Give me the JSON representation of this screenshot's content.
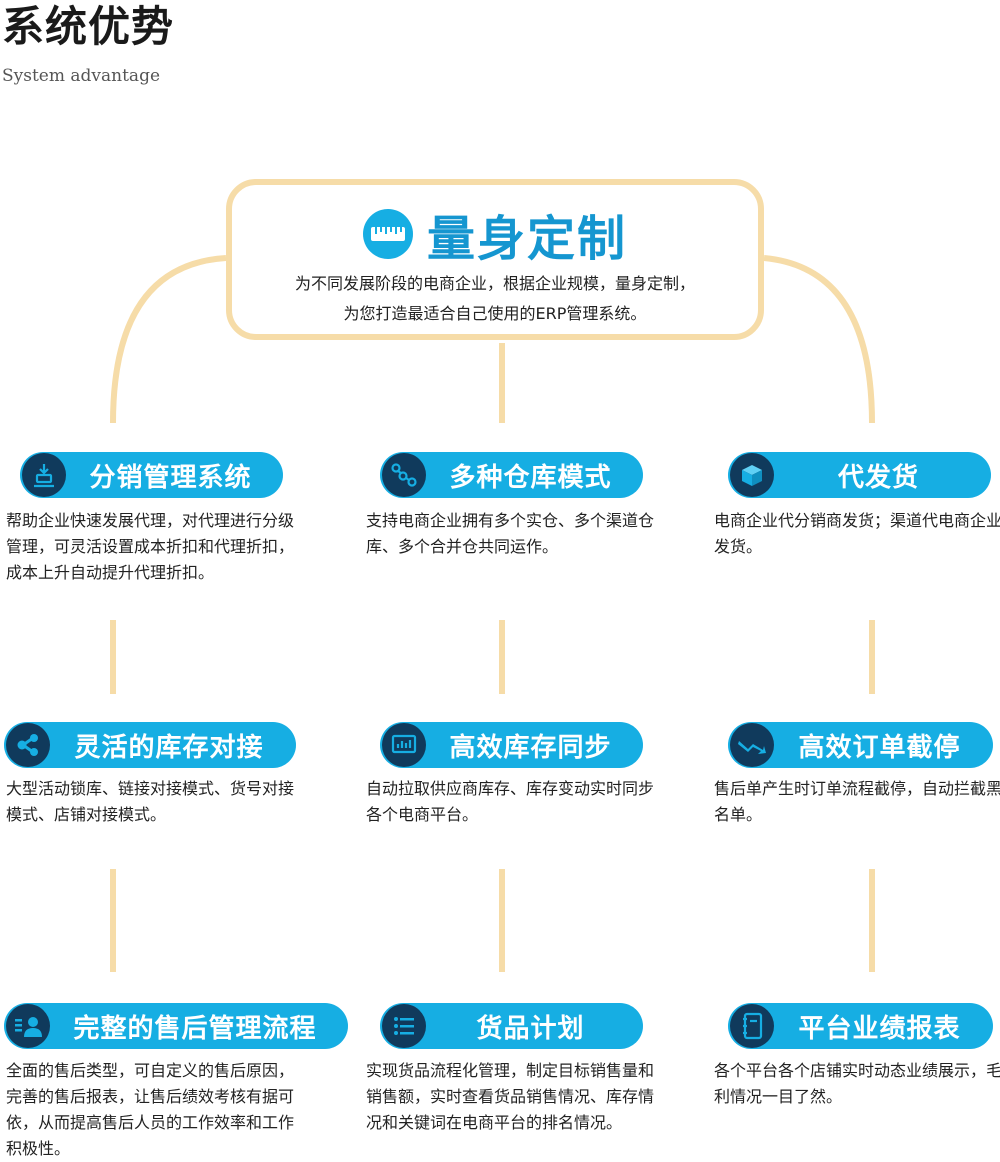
{
  "header": {
    "title": "系统优势",
    "subtitle": "System advantage"
  },
  "colors": {
    "accent": "#16aee3",
    "icon_circle": "#103a5c",
    "connector": "#f6dca8",
    "hero_title": "#1596d0"
  },
  "hero": {
    "icon": "ruler-icon",
    "title": "量身定制",
    "desc_line1": "为不同发展阶段的电商企业，根据企业规模，量身定制，",
    "desc_line2": "为您打造最适合自己使用的ERP管理系统。"
  },
  "features": [
    {
      "icon": "distribution-icon",
      "title": "分销管理系统",
      "desc": "帮助企业快速发展代理，对代理进行分级管理，可灵活设置成本折扣和代理折扣，成本上升自动提升代理折扣。"
    },
    {
      "icon": "network-nodes-icon",
      "title": "多种仓库模式",
      "desc": "支持电商企业拥有多个实仓、多个渠道仓库、多个合并仓共同运作。"
    },
    {
      "icon": "package-box-icon",
      "title": "代发货",
      "desc": "电商企业代分销商发货；渠道代电商企业发货。"
    },
    {
      "icon": "share-nodes-icon",
      "title": "灵活的库存对接",
      "desc": "大型活动锁库、链接对接模式、货号对接模式、店铺对接模式。"
    },
    {
      "icon": "monitor-chart-icon",
      "title": "高效库存同步",
      "desc": "自动拉取供应商库存、库存变动实时同步各个电商平台。"
    },
    {
      "icon": "zigzag-arrow-icon",
      "title": "高效订单截停",
      "desc": "售后单产生时订单流程截停，自动拦截黑名单。"
    },
    {
      "icon": "user-list-icon",
      "title": "完整的售后管理流程",
      "desc": "全面的售后类型，可自定义的售后原因，完善的售后报表，让售后绩效考核有据可依，从而提高售后人员的工作效率和工作积极性。"
    },
    {
      "icon": "list-lines-icon",
      "title": "货品计划",
      "desc": "实现货品流程化管理，制定目标销售量和销售额，实时查看货品销售情况、库存情况和关键词在电商平台的排名情况。"
    },
    {
      "icon": "notebook-icon",
      "title": "平台业绩报表",
      "desc": "各个平台各个店铺实时动态业绩展示，毛利情况一目了然。"
    }
  ]
}
